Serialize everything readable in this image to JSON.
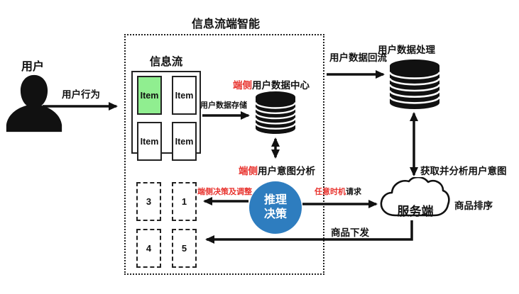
{
  "title": "信息流端智能",
  "user": {
    "label": "用户",
    "behavior_label": "用户行为"
  },
  "feed": {
    "title": "信息流",
    "items": [
      "Item",
      "Item",
      "Item",
      "Item"
    ]
  },
  "edge_box": {
    "data_store_label": "用户数据存储",
    "data_center": {
      "prefix": "端侧",
      "rest": "用户数据中心"
    },
    "intent_analysis": {
      "prefix": "端侧",
      "rest": "用户意图分析"
    },
    "decision_adjust_label": "端侧决策及调整",
    "inference": {
      "line1": "推理",
      "line2": "决策"
    },
    "slots": [
      "3",
      "1",
      "4",
      "5"
    ]
  },
  "server_side": {
    "backflow_label": "用户数据回流",
    "data_processing_label": "用户数据处理",
    "get_intent_label": "获取并分析用户意图",
    "anytime_request": {
      "prefix": "任意时机",
      "rest": "请求"
    },
    "cloud_label": "服务端",
    "ranking_label": "商品排序",
    "delivery_label": "商品下发"
  },
  "colors": {
    "accent_red": "#e8322d",
    "inference_blue": "#2e7dbf",
    "highlight_green": "#90ee90",
    "ink": "#111111"
  }
}
